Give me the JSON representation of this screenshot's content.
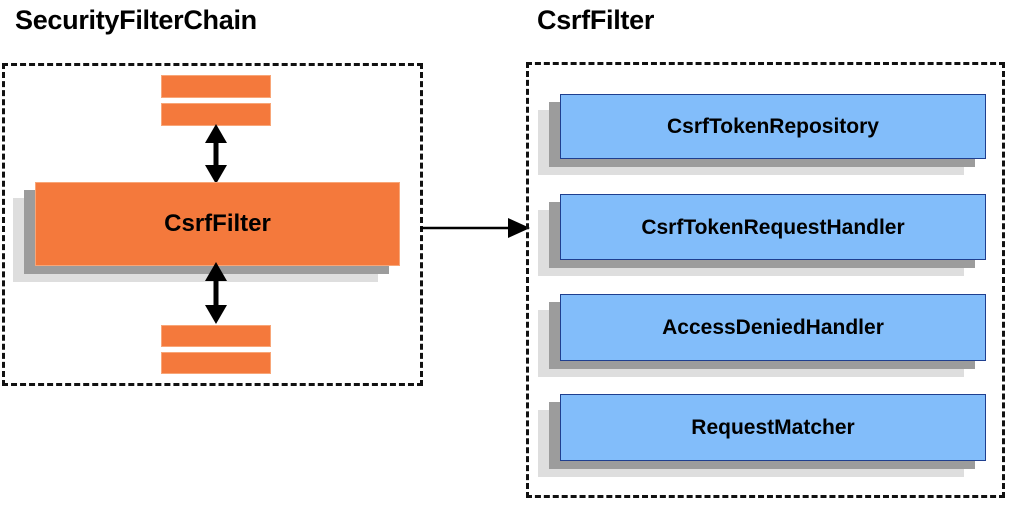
{
  "diagram": {
    "title_left": "SecurityFilterChain",
    "title_right": "CsrfFilter",
    "colors": {
      "orange": "#f4793c",
      "orange_border": "#f8a678",
      "blue": "#82bdfa",
      "blue_border": "#1f3f8f",
      "shadow_dark": "#9c9c9c",
      "shadow_light": "#dedede",
      "panel_border": "#111111",
      "text": "#000000"
    }
  },
  "left_panel": {
    "title": "SecurityFilterChain",
    "main_box_label": "CsrfFilter",
    "filters_above": [
      "",
      ""
    ],
    "filters_below": [
      "",
      ""
    ],
    "arrows": [
      {
        "name": "arrow-up",
        "type": "double-headed-vertical"
      },
      {
        "name": "arrow-down",
        "type": "double-headed-vertical"
      }
    ]
  },
  "right_panel": {
    "title": "CsrfFilter",
    "collaborators": [
      {
        "label": "CsrfTokenRepository"
      },
      {
        "label": "CsrfTokenRequestHandler"
      },
      {
        "label": "AccessDeniedHandler"
      },
      {
        "label": "RequestMatcher"
      }
    ]
  },
  "connector": {
    "name": "csrf-filter-expansion-arrow",
    "type": "single-headed-horizontal",
    "from": "CsrfFilter",
    "to": "CsrfFilter detail panel"
  }
}
